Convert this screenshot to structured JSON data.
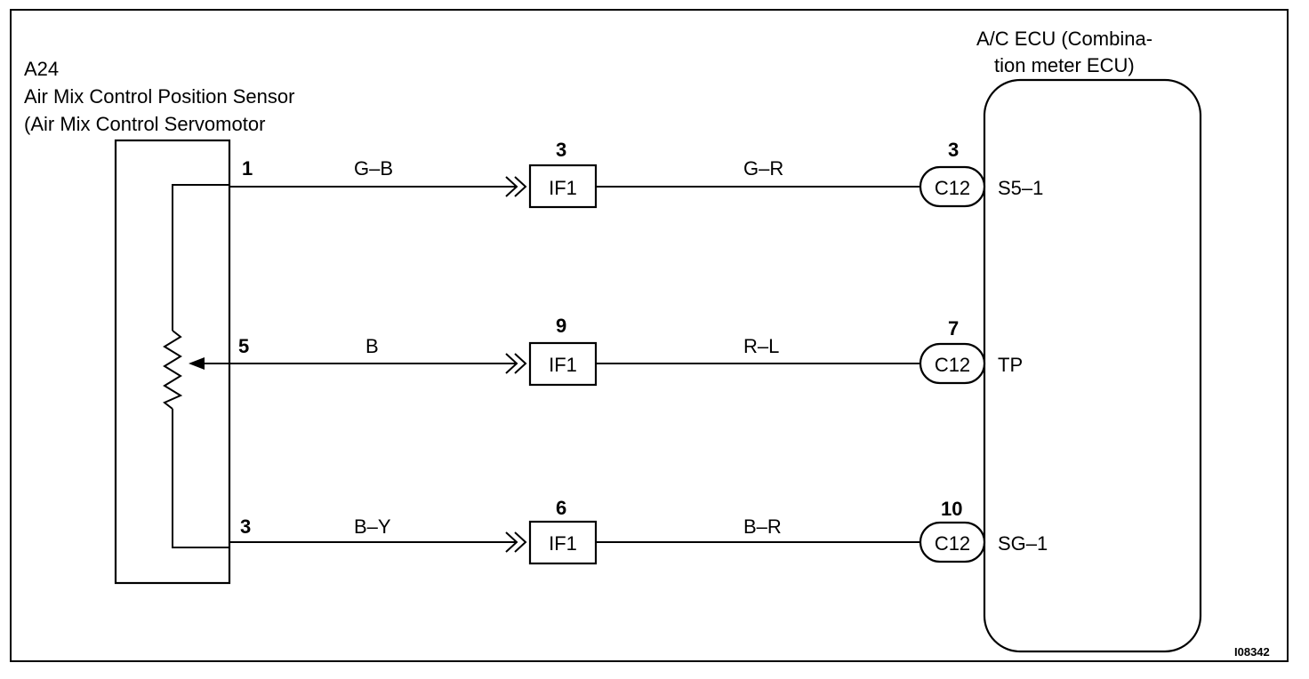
{
  "sensor": {
    "code": "A24",
    "name_line1": "Air Mix Control Position Sensor",
    "name_line2": "(Air Mix Control Servomotor"
  },
  "ecu": {
    "name_line1": "A/C ECU  (Combina-",
    "name_line2": "tion meter ECU)"
  },
  "circuits": [
    {
      "sensor_pin": "1",
      "wire_left": "G–B",
      "junction_pin": "3",
      "junction": "IF1",
      "wire_right": "G–R",
      "connector_pin": "3",
      "connector": "C12",
      "terminal": "S5–1"
    },
    {
      "sensor_pin": "5",
      "wire_left": "B",
      "junction_pin": "9",
      "junction": "IF1",
      "wire_right": "R–L",
      "connector_pin": "7",
      "connector": "C12",
      "terminal": "TP"
    },
    {
      "sensor_pin": "3",
      "wire_left": "B–Y",
      "junction_pin": "6",
      "junction": "IF1",
      "wire_right": "B–R",
      "connector_pin": "10",
      "connector": "C12",
      "terminal": "SG–1"
    }
  ],
  "figure_code": "I08342"
}
